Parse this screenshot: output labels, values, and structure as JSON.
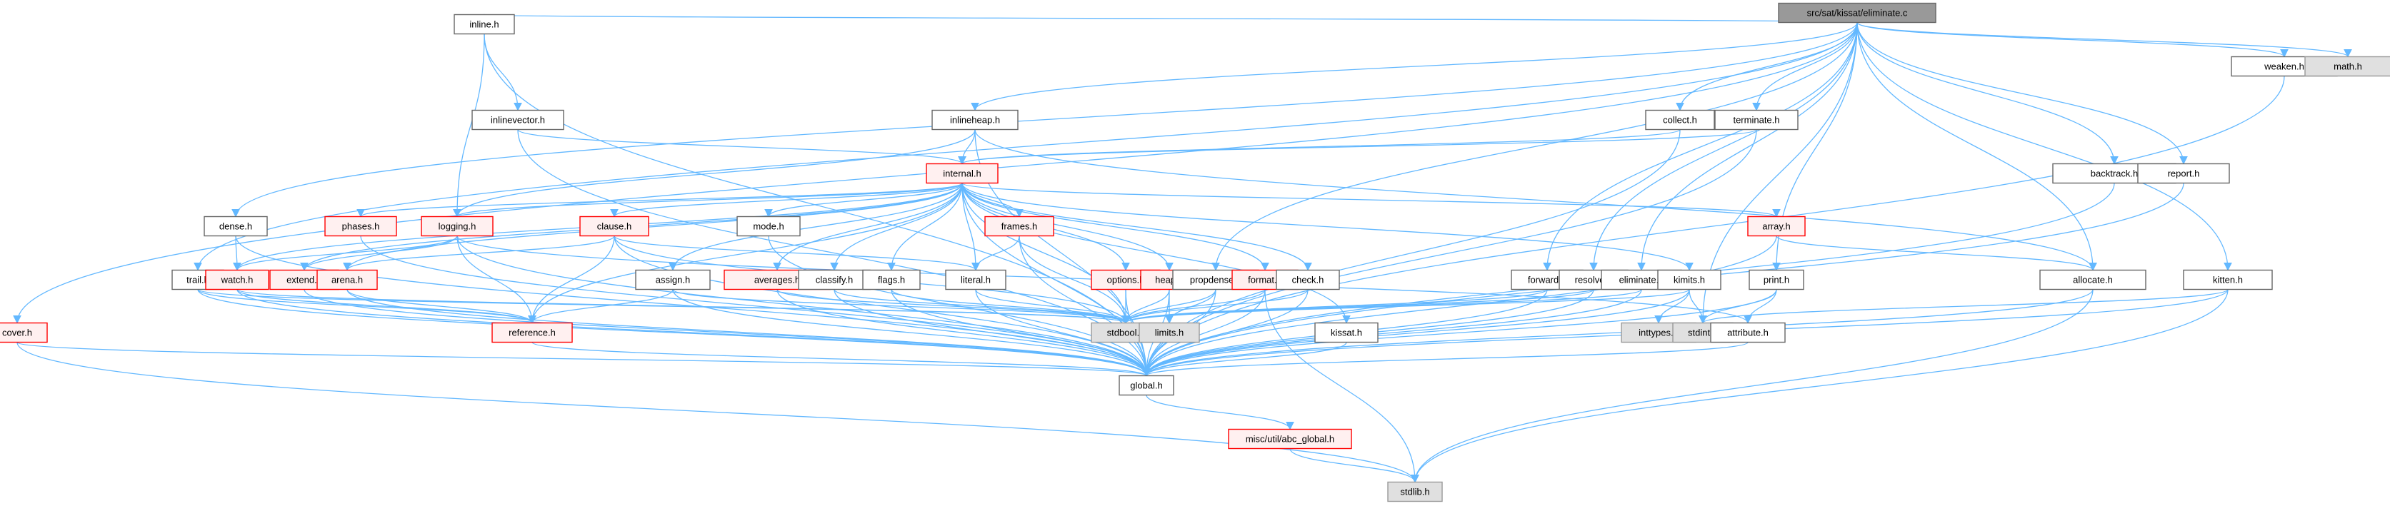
{
  "title": "src/sat/kissat/eliminate.c",
  "colors": {
    "edge": "#63b8ff",
    "root_fill": "#999999",
    "red_border": "#ff0000",
    "red_fill": "#fff0f0",
    "system_fill": "#e0e0e0",
    "normal_border": "#666666"
  },
  "nodes": [
    {
      "id": "eliminate_c",
      "label": "src/sat/kissat/eliminate.c",
      "style": "root"
    },
    {
      "id": "inline_h",
      "label": "inline.h",
      "style": "normal"
    },
    {
      "id": "inlinevector_h",
      "label": "inlinevector.h",
      "style": "normal"
    },
    {
      "id": "inlineheap_h",
      "label": "inlineheap.h",
      "style": "normal"
    },
    {
      "id": "collect_h",
      "label": "collect.h",
      "style": "normal"
    },
    {
      "id": "terminate_h",
      "label": "terminate.h",
      "style": "normal"
    },
    {
      "id": "internal_h",
      "label": "internal.h",
      "style": "red"
    },
    {
      "id": "weaken_h",
      "label": "weaken.h",
      "style": "normal"
    },
    {
      "id": "math_h",
      "label": "math.h",
      "style": "system"
    },
    {
      "id": "backtrack_h",
      "label": "backtrack.h",
      "style": "normal"
    },
    {
      "id": "report_h",
      "label": "report.h",
      "style": "normal"
    },
    {
      "id": "dense_h",
      "label": "dense.h",
      "style": "normal"
    },
    {
      "id": "phases_h",
      "label": "phases.h",
      "style": "red"
    },
    {
      "id": "logging_h",
      "label": "logging.h",
      "style": "red"
    },
    {
      "id": "clause_h",
      "label": "clause.h",
      "style": "red"
    },
    {
      "id": "mode_h",
      "label": "mode.h",
      "style": "normal"
    },
    {
      "id": "frames_h",
      "label": "frames.h",
      "style": "red"
    },
    {
      "id": "array_h",
      "label": "array.h",
      "style": "red"
    },
    {
      "id": "allocate_h",
      "label": "allocate.h",
      "style": "normal"
    },
    {
      "id": "kitten_h",
      "label": "kitten.h",
      "style": "normal"
    },
    {
      "id": "cover_h",
      "label": "cover.h",
      "style": "red"
    },
    {
      "id": "trail_h",
      "label": "trail.h",
      "style": "normal"
    },
    {
      "id": "watch_h",
      "label": "watch.h",
      "style": "red"
    },
    {
      "id": "extend_h",
      "label": "extend.h",
      "style": "red"
    },
    {
      "id": "arena_h",
      "label": "arena.h",
      "style": "red"
    },
    {
      "id": "assign_h",
      "label": "assign.h",
      "style": "normal"
    },
    {
      "id": "averages_h",
      "label": "averages.h",
      "style": "red"
    },
    {
      "id": "classify_h",
      "label": "classify.h",
      "style": "normal"
    },
    {
      "id": "flags_h",
      "label": "flags.h",
      "style": "normal"
    },
    {
      "id": "literal_h",
      "label": "literal.h",
      "style": "normal"
    },
    {
      "id": "options_h",
      "label": "options.h",
      "style": "red"
    },
    {
      "id": "heap_h",
      "label": "heap.h",
      "style": "red"
    },
    {
      "id": "propdense_h",
      "label": "propdense.h",
      "style": "normal"
    },
    {
      "id": "format_h",
      "label": "format.h",
      "style": "red"
    },
    {
      "id": "check_h",
      "label": "check.h",
      "style": "normal"
    },
    {
      "id": "forward_h",
      "label": "forward.h",
      "style": "normal"
    },
    {
      "id": "resolve_h",
      "label": "resolve.h",
      "style": "normal"
    },
    {
      "id": "eliminate_h",
      "label": "eliminate.h",
      "style": "normal"
    },
    {
      "id": "kimits_h",
      "label": "kimits.h",
      "style": "normal"
    },
    {
      "id": "print_h",
      "label": "print.h",
      "style": "normal"
    },
    {
      "id": "reference_h",
      "label": "reference.h",
      "style": "red"
    },
    {
      "id": "stdbool_h",
      "label": "stdbool.h",
      "style": "system"
    },
    {
      "id": "limits_h",
      "label": "limits.h",
      "style": "system"
    },
    {
      "id": "kissat_h",
      "label": "kissat.h",
      "style": "normal"
    },
    {
      "id": "inttypes_h",
      "label": "inttypes.h",
      "style": "system"
    },
    {
      "id": "stdint_h",
      "label": "stdint.h",
      "style": "system"
    },
    {
      "id": "attribute_h",
      "label": "attribute.h",
      "style": "normal"
    },
    {
      "id": "global_h",
      "label": "global.h",
      "style": "normal"
    },
    {
      "id": "abc_global_h",
      "label": "misc/util/abc_global.h",
      "style": "red"
    },
    {
      "id": "stdlib_h",
      "label": "stdlib.h",
      "style": "system"
    }
  ],
  "edges": [
    [
      "eliminate_c",
      "inline_h"
    ],
    [
      "eliminate_c",
      "inlineheap_h"
    ],
    [
      "eliminate_c",
      "collect_h"
    ],
    [
      "eliminate_c",
      "terminate_h"
    ],
    [
      "eliminate_c",
      "weaken_h"
    ],
    [
      "eliminate_c",
      "math_h"
    ],
    [
      "eliminate_c",
      "backtrack_h"
    ],
    [
      "eliminate_c",
      "report_h"
    ],
    [
      "eliminate_c",
      "dense_h"
    ],
    [
      "eliminate_c",
      "trail_h"
    ],
    [
      "eliminate_c",
      "allocate_h"
    ],
    [
      "eliminate_c",
      "kitten_h"
    ],
    [
      "eliminate_c",
      "propdense_h"
    ],
    [
      "eliminate_c",
      "forward_h"
    ],
    [
      "eliminate_c",
      "resolve_h"
    ],
    [
      "eliminate_c",
      "eliminate_h"
    ],
    [
      "eliminate_c",
      "print_h"
    ],
    [
      "eliminate_c",
      "cover_h"
    ],
    [
      "eliminate_c",
      "stdint_h"
    ],
    [
      "inline_h",
      "inlinevector_h"
    ],
    [
      "inline_h",
      "logging_h"
    ],
    [
      "inline_h",
      "global_h"
    ],
    [
      "inlinevector_h",
      "internal_h"
    ],
    [
      "inlinevector_h",
      "global_h"
    ],
    [
      "inlineheap_h",
      "internal_h"
    ],
    [
      "inlineheap_h",
      "allocate_h"
    ],
    [
      "inlineheap_h",
      "logging_h"
    ],
    [
      "inlineheap_h",
      "global_h"
    ],
    [
      "collect_h",
      "internal_h"
    ],
    [
      "collect_h",
      "global_h"
    ],
    [
      "terminate_h",
      "internal_h"
    ],
    [
      "terminate_h",
      "global_h"
    ],
    [
      "internal_h",
      "phases_h"
    ],
    [
      "internal_h",
      "logging_h"
    ],
    [
      "internal_h",
      "clause_h"
    ],
    [
      "internal_h",
      "mode_h"
    ],
    [
      "internal_h",
      "frames_h"
    ],
    [
      "internal_h",
      "array_h"
    ],
    [
      "internal_h",
      "watch_h"
    ],
    [
      "internal_h",
      "extend_h"
    ],
    [
      "internal_h",
      "arena_h"
    ],
    [
      "internal_h",
      "assign_h"
    ],
    [
      "internal_h",
      "averages_h"
    ],
    [
      "internal_h",
      "classify_h"
    ],
    [
      "internal_h",
      "flags_h"
    ],
    [
      "internal_h",
      "literal_h"
    ],
    [
      "internal_h",
      "options_h"
    ],
    [
      "internal_h",
      "heap_h"
    ],
    [
      "internal_h",
      "format_h"
    ],
    [
      "internal_h",
      "check_h"
    ],
    [
      "internal_h",
      "kimits_h"
    ],
    [
      "internal_h",
      "kissat_h"
    ],
    [
      "internal_h",
      "stdbool_h"
    ],
    [
      "internal_h",
      "global_h"
    ],
    [
      "internal_h",
      "reference_h"
    ],
    [
      "weaken_h",
      "global_h"
    ],
    [
      "backtrack_h",
      "global_h"
    ],
    [
      "report_h",
      "global_h"
    ],
    [
      "dense_h",
      "watch_h"
    ],
    [
      "dense_h",
      "global_h"
    ],
    [
      "phases_h",
      "global_h"
    ],
    [
      "logging_h",
      "watch_h"
    ],
    [
      "logging_h",
      "extend_h"
    ],
    [
      "logging_h",
      "reference_h"
    ],
    [
      "logging_h",
      "global_h"
    ],
    [
      "logging_h",
      "attribute_h"
    ],
    [
      "clause_h",
      "arena_h"
    ],
    [
      "clause_h",
      "reference_h"
    ],
    [
      "clause_h",
      "literal_h"
    ],
    [
      "clause_h",
      "stdbool_h"
    ],
    [
      "clause_h",
      "global_h"
    ],
    [
      "mode_h",
      "global_h"
    ],
    [
      "frames_h",
      "literal_h"
    ],
    [
      "frames_h",
      "stdbool_h"
    ],
    [
      "frames_h",
      "global_h"
    ],
    [
      "array_h",
      "allocate_h"
    ],
    [
      "array_h",
      "global_h"
    ],
    [
      "allocate_h",
      "global_h"
    ],
    [
      "allocate_h",
      "stdlib_h"
    ],
    [
      "kitten_h",
      "stdint_h"
    ],
    [
      "kitten_h",
      "global_h"
    ],
    [
      "kitten_h",
      "stdlib_h"
    ],
    [
      "cover_h",
      "global_h"
    ],
    [
      "cover_h",
      "stdlib_h"
    ],
    [
      "trail_h",
      "reference_h"
    ],
    [
      "trail_h",
      "stdbool_h"
    ],
    [
      "trail_h",
      "global_h"
    ],
    [
      "watch_h",
      "reference_h"
    ],
    [
      "watch_h",
      "stdbool_h"
    ],
    [
      "watch_h",
      "global_h"
    ],
    [
      "extend_h",
      "global_h"
    ],
    [
      "arena_h",
      "reference_h"
    ],
    [
      "arena_h",
      "global_h"
    ],
    [
      "assign_h",
      "reference_h"
    ],
    [
      "assign_h",
      "stdbool_h"
    ],
    [
      "assign_h",
      "global_h"
    ],
    [
      "averages_h",
      "stdbool_h"
    ],
    [
      "averages_h",
      "global_h"
    ],
    [
      "classify_h",
      "stdbool_h"
    ],
    [
      "classify_h",
      "global_h"
    ],
    [
      "flags_h",
      "stdbool_h"
    ],
    [
      "flags_h",
      "global_h"
    ],
    [
      "literal_h",
      "stdbool_h"
    ],
    [
      "literal_h",
      "global_h"
    ],
    [
      "options_h",
      "stdbool_h"
    ],
    [
      "options_h",
      "global_h"
    ],
    [
      "heap_h",
      "stdbool_h"
    ],
    [
      "heap_h",
      "limits_h"
    ],
    [
      "heap_h",
      "global_h"
    ],
    [
      "propdense_h",
      "stdbool_h"
    ],
    [
      "propdense_h",
      "limits_h"
    ],
    [
      "propdense_h",
      "global_h"
    ],
    [
      "format_h",
      "stdbool_h"
    ],
    [
      "format_h",
      "global_h"
    ],
    [
      "format_h",
      "stdlib_h"
    ],
    [
      "check_h",
      "stdbool_h"
    ],
    [
      "check_h",
      "global_h"
    ],
    [
      "forward_h",
      "stdbool_h"
    ],
    [
      "forward_h",
      "global_h"
    ],
    [
      "resolve_h",
      "stdbool_h"
    ],
    [
      "resolve_h",
      "global_h"
    ],
    [
      "eliminate_h",
      "stdbool_h"
    ],
    [
      "eliminate_h",
      "global_h"
    ],
    [
      "kimits_h",
      "inttypes_h"
    ],
    [
      "kimits_h",
      "stdint_h"
    ],
    [
      "kimits_h",
      "stdbool_h"
    ],
    [
      "kimits_h",
      "global_h"
    ],
    [
      "print_h",
      "stdint_h"
    ],
    [
      "print_h",
      "attribute_h"
    ],
    [
      "print_h",
      "global_h"
    ],
    [
      "reference_h",
      "global_h"
    ],
    [
      "kissat_h",
      "global_h"
    ],
    [
      "attribute_h",
      "global_h"
    ],
    [
      "global_h",
      "abc_global_h"
    ],
    [
      "abc_global_h",
      "stdlib_h"
    ]
  ]
}
